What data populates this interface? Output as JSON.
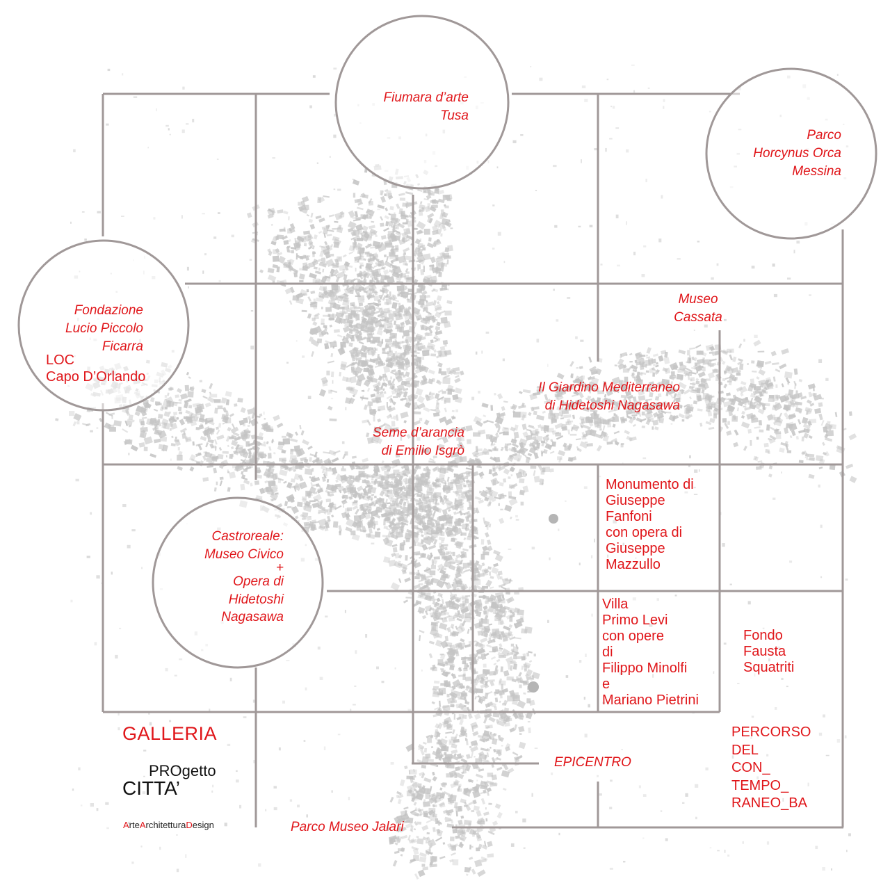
{
  "colors": {
    "grid": "#a09898",
    "label": "#e0161a",
    "urban": "#bdbdbd",
    "text": "#111111"
  },
  "title": {
    "galleria": "GALLERIA",
    "progetto": "PROgetto",
    "citta": "CITTA’",
    "brand": {
      "a1": "A",
      "a2": "rte",
      "b1": "A",
      "b2": "rchitettura",
      "c1": "D",
      "c2": "esign"
    }
  },
  "sites": {
    "fiumara": [
      "Fiumara d’arte",
      "Tusa"
    ],
    "horcynus": [
      "Parco",
      "Horcynus Orca",
      "Messina"
    ],
    "fondazione": [
      "Fondazione",
      "Lucio Piccolo",
      "Ficarra"
    ],
    "loc": [
      "LOC",
      "Capo D’Orlando"
    ],
    "cassata": [
      "Museo",
      "Cassata"
    ],
    "giardino": [
      "Il Giardino Mediterraneo",
      "di Hidetoshi Nagasawa"
    ],
    "seme": [
      "Seme d’arancia",
      "di Emilio Isgrò"
    ],
    "monumento": [
      "Monumento di",
      "Giuseppe",
      "Fanfoni",
      "con opera di",
      "Giuseppe",
      "Mazzullo"
    ],
    "castroreale": [
      "Castroreale:",
      "Museo Civico",
      "+",
      "Opera di",
      "Hidetoshi",
      "Nagasawa"
    ],
    "villa": [
      "Villa",
      "Primo Levi",
      "con opere",
      "di",
      "Filippo Minolfi",
      "e",
      "Mariano Pietrini"
    ],
    "fondo": [
      "Fondo",
      "Fausta",
      "Squatriti"
    ],
    "percorso": [
      "PERCORSO",
      "DEL",
      "CON_",
      "TEMPO_",
      "RANEO_BA"
    ],
    "epicentro": [
      "EPICENTRO"
    ],
    "jalari": [
      "Parco Museo Jalari"
    ]
  }
}
